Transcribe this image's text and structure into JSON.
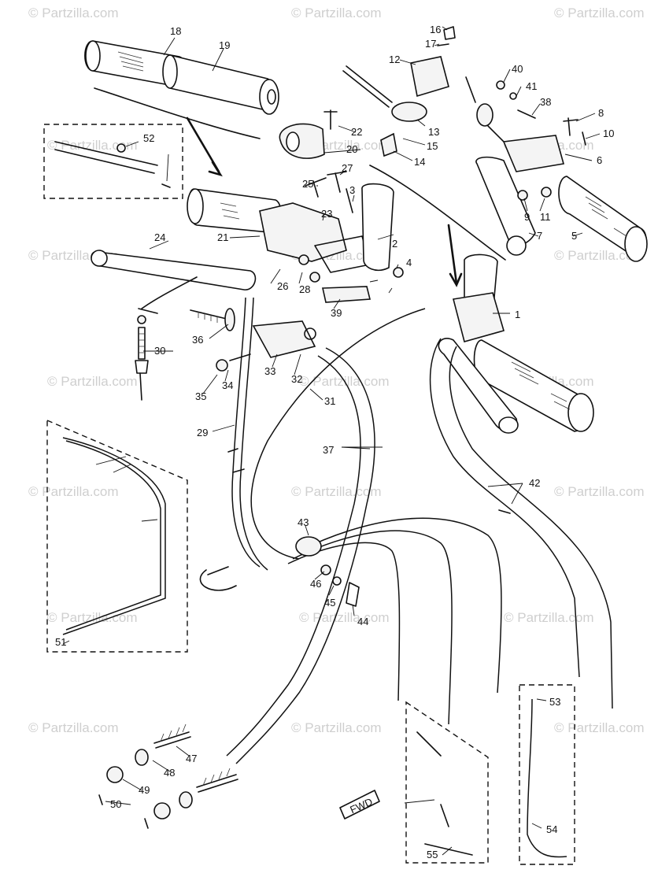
{
  "watermark": {
    "text": "© Partzilla.com"
  },
  "fwd_marker": "FWD",
  "callouts": [
    "1",
    "2",
    "3",
    "4",
    "5",
    "6",
    "7",
    "8",
    "9",
    "10",
    "11",
    "12",
    "13",
    "14",
    "15",
    "16",
    "17",
    "18",
    "19",
    "20",
    "21",
    "22",
    "23",
    "24",
    "25",
    "26",
    "27",
    "28",
    "29",
    "30",
    "31",
    "32",
    "33",
    "34",
    "35",
    "36",
    "37",
    "38",
    "39",
    "40",
    "41",
    "42",
    "43",
    "44",
    "45",
    "46",
    "47",
    "48",
    "49",
    "50",
    "51",
    "52",
    "53",
    "54",
    "55"
  ],
  "colors": {
    "ink": "#111111",
    "watermark": "#cfcfcf",
    "background": "#ffffff"
  }
}
